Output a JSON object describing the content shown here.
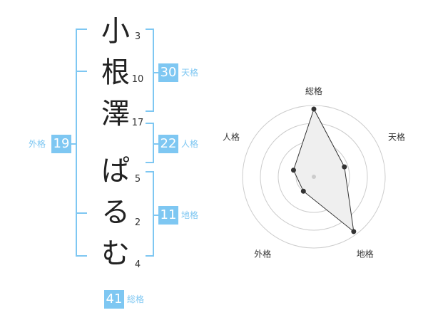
{
  "name_chars": [
    {
      "char": "小",
      "strokes": "3"
    },
    {
      "char": "根",
      "strokes": "10"
    },
    {
      "char": "澤",
      "strokes": "17"
    },
    {
      "char": "ぱ",
      "strokes": "5"
    },
    {
      "char": "る",
      "strokes": "2"
    },
    {
      "char": "む",
      "strokes": "4"
    }
  ],
  "fortunes": {
    "tenkaku": {
      "value": "30",
      "label": "天格"
    },
    "jinkaku": {
      "value": "22",
      "label": "人格"
    },
    "chikaku": {
      "value": "11",
      "label": "地格"
    },
    "gaikaku": {
      "value": "19",
      "label": "外格"
    },
    "soukaku": {
      "value": "41",
      "label": "総格"
    }
  },
  "radar": {
    "axes": [
      "総格",
      "天格",
      "地格",
      "外格",
      "人格"
    ],
    "values": [
      0.95,
      0.45,
      0.95,
      0.25,
      0.3
    ],
    "max_level": 1,
    "rings": 4,
    "ring_color": "#cccccc",
    "fill_color": "#efefef",
    "line_color": "#333333"
  },
  "accent_color": "#7ec7f2"
}
